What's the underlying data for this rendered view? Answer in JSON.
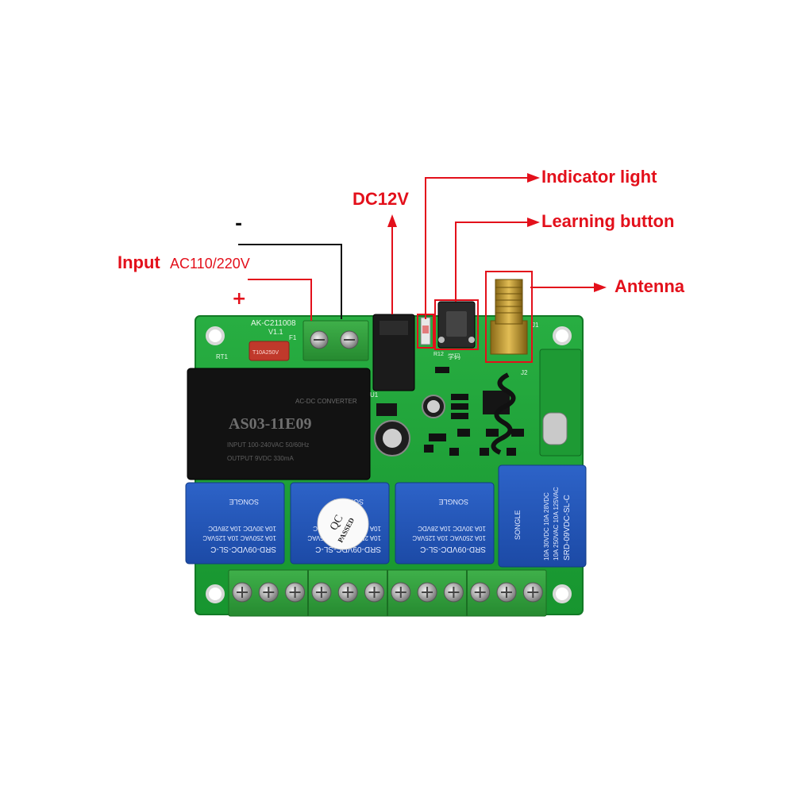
{
  "labels": {
    "input": "Input",
    "input_voltage": "AC110/220V",
    "minus": "-",
    "plus": "+",
    "dc": "DC12V",
    "indicator": "Indicator light",
    "learning": "Learning button",
    "antenna": "Antenna"
  },
  "board": {
    "model": "AK-C211008",
    "version": "V1.1",
    "rt1": "RT1",
    "f1": "F1",
    "fuse": "T10A250V",
    "converter_name": "AS03-11E09",
    "converter_brand": "AC-DC CONVERTER",
    "converter_input": "INPUT 100-240VAC 50/60Hz",
    "converter_output": "OUTPUT 9VDC 330mA",
    "relay_model": "SRD-09VDC-SL-C",
    "relay_rating_1": "10A 250VAC 10A 125VAC",
    "relay_rating_2": "10A 30VDC 10A 28VDC",
    "relay_brand": "SONGLE",
    "qc_top": "QC",
    "qc_bottom": "PASSED",
    "learn_cn": "学码",
    "j1": "J1",
    "j2": "J2",
    "r12": "R12",
    "u1": "U1"
  },
  "colors": {
    "pcb": "#1fa33a",
    "relay": "#2156b8",
    "label": "#e3101b",
    "terminal": "#2f9e38"
  }
}
